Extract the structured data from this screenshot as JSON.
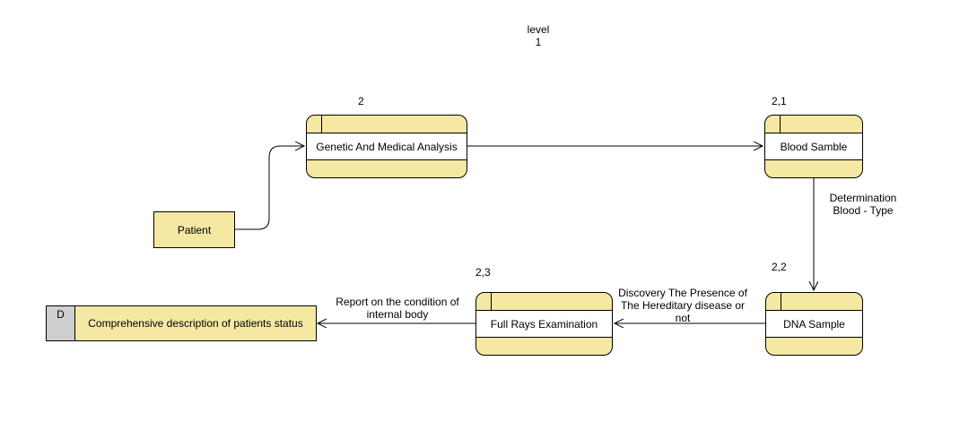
{
  "title_line1": "level",
  "title_line2": "1",
  "processes": {
    "genetic": {
      "id": "2",
      "label": "Genetic And Medical Analysis"
    },
    "blood": {
      "id": "2,1",
      "label": "Blood Samble"
    },
    "dna": {
      "id": "2,2",
      "label": "DNA Sample"
    },
    "rays": {
      "id": "2,3",
      "label": "Full Rays Examination"
    }
  },
  "entity": {
    "label": "Patient"
  },
  "store": {
    "id": "D",
    "label": "Comprehensive description of patients status"
  },
  "flows": {
    "blood_to_dna": {
      "line1": "Determination",
      "line2": "Blood - Type"
    },
    "dna_to_rays": {
      "line1": "Discovery The Presence of",
      "line2": "The Hereditary disease or",
      "line3": "not"
    },
    "rays_to_store": {
      "line1": "Report on the condition of",
      "line2": "internal body"
    }
  },
  "colors": {
    "box_fill": "#f5e8a3",
    "store_id_fill": "#cfcfcf",
    "line": "#000000"
  }
}
